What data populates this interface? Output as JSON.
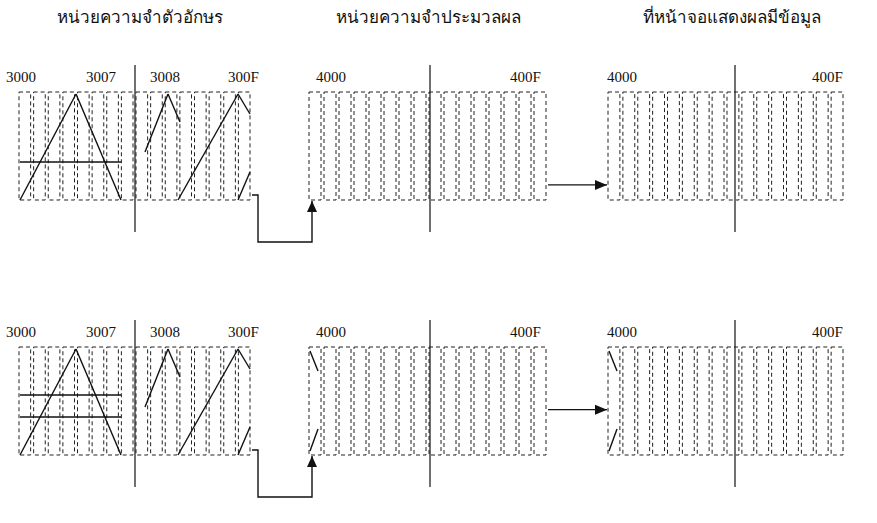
{
  "diagram": {
    "nodes": [
      {
        "text": [
          "3000",
          "3007",
          "3008",
          "300F"
        ]
      },
      {
        "text": [
          "4000",
          "400F"
        ]
      },
      {
        "text": [
          "4000",
          "400F"
        ]
      },
      {
        "text": [
          "3000",
          "3007",
          "3008",
          "300F"
        ]
      },
      {
        "text": [
          "4000",
          "400F"
        ]
      },
      {
        "text": [
          "4000",
          "400F"
        ]
      }
    ],
    "edges": [
      {
        "from": 0,
        "to": 1,
        "arrow": "to"
      },
      {
        "from": 1,
        "to": 2,
        "arrow": "to"
      },
      {
        "from": 3,
        "to": 4,
        "arrow": "to"
      },
      {
        "from": 4,
        "to": 5,
        "arrow": "to"
      }
    ],
    "labels": [
      "หน่วยความจำตัวอักษร",
      "หน่วยความจำประมวลผล",
      "ที่หน้าจอแสดงผลมีข้อมูล"
    ]
  }
}
